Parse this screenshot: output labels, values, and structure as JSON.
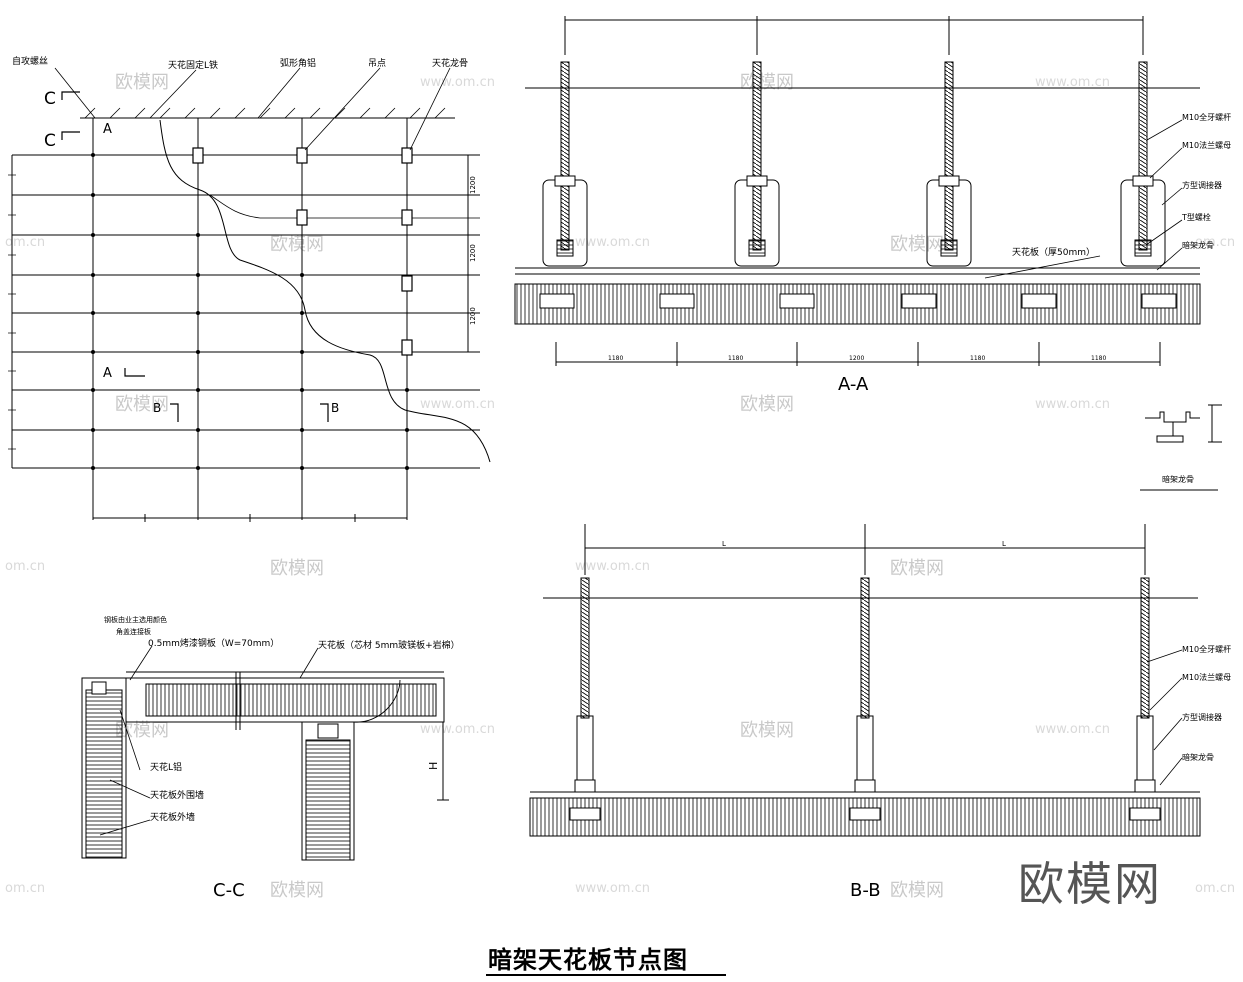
{
  "title": "暗架天花板节点图",
  "brand": "欧模网",
  "watermark": {
    "cn": "欧模网",
    "url": "www.om.cn",
    "url_short": "om.cn"
  },
  "plan": {
    "labels": {
      "self_tap_screw": "自攻螺丝",
      "ceiling_l_fix": "天花固定L铁",
      "arc_angle": "弧形角铝",
      "hang_point": "吊点",
      "ceiling_keel": "天花龙骨"
    },
    "section_marks": {
      "c": "C",
      "a": "A",
      "b": "B"
    },
    "dims_v": [
      "1200",
      "1200",
      "1200"
    ]
  },
  "aa": {
    "caption": "A-A",
    "labels": {
      "rod": "M10全牙螺杆",
      "nut": "M10法兰螺母",
      "connector": "方型调接器",
      "t_screw": "T型螺栓",
      "keel": "暗架龙骨"
    },
    "panel_label": "天花板（厚50mm）",
    "dims": [
      "1180",
      "1180",
      "1200",
      "1180",
      "1180"
    ]
  },
  "detail": {
    "label": "暗架龙骨"
  },
  "bb": {
    "caption": "B-B",
    "dims": [
      "L",
      "L"
    ],
    "labels": {
      "rod": "M10全牙螺杆",
      "nut": "M10法兰螺母",
      "connector": "方型调接器",
      "keel": "暗架龙骨"
    }
  },
  "cc": {
    "caption": "C-C",
    "top_notes": [
      "钢板由业主选用颜色",
      "角盖连接板"
    ],
    "steel_label": "0.5mm烤漆钢板（W=70mm）",
    "panel_label": "天花板（芯材 5mm玻镁板+岩棉）",
    "h_label": "H",
    "side_labels": [
      "天花L铝",
      "天花板外围墙",
      "天花板外墙"
    ]
  }
}
